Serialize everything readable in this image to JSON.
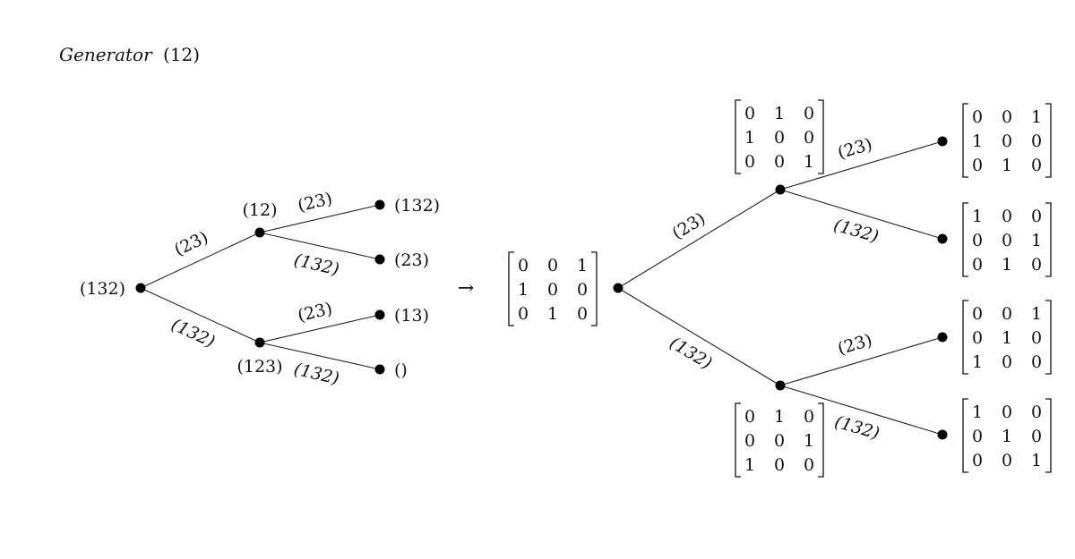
{
  "header": {
    "word": "Generator",
    "value": "(12)"
  },
  "arrow": "→",
  "left_tree": {
    "root": "(132)",
    "mid_upper": "(12)",
    "mid_lower": "(123)",
    "leaves": [
      "(132)",
      "(23)",
      "(13)",
      "()"
    ],
    "edge_labels": {
      "root_upper": "(23)",
      "root_lower": "(132)",
      "upper_top": "(23)",
      "upper_bottom": "(132)",
      "lower_top": "(23)",
      "lower_bottom": "(132)"
    }
  },
  "right_tree": {
    "root_matrix": [
      [
        "0",
        "0",
        "1"
      ],
      [
        "1",
        "0",
        "0"
      ],
      [
        "0",
        "1",
        "0"
      ]
    ],
    "upper_matrix": [
      [
        "0",
        "1",
        "0"
      ],
      [
        "1",
        "0",
        "0"
      ],
      [
        "0",
        "0",
        "1"
      ]
    ],
    "lower_matrix": [
      [
        "0",
        "1",
        "0"
      ],
      [
        "0",
        "0",
        "1"
      ],
      [
        "1",
        "0",
        "0"
      ]
    ],
    "leaf_matrices": [
      [
        [
          "0",
          "0",
          "1"
        ],
        [
          "1",
          "0",
          "0"
        ],
        [
          "0",
          "1",
          "0"
        ]
      ],
      [
        [
          "1",
          "0",
          "0"
        ],
        [
          "0",
          "0",
          "1"
        ],
        [
          "0",
          "1",
          "0"
        ]
      ],
      [
        [
          "0",
          "0",
          "1"
        ],
        [
          "0",
          "1",
          "0"
        ],
        [
          "1",
          "0",
          "0"
        ]
      ],
      [
        [
          "1",
          "0",
          "0"
        ],
        [
          "0",
          "1",
          "0"
        ],
        [
          "0",
          "0",
          "1"
        ]
      ]
    ],
    "edge_labels": {
      "root_upper": "(23)",
      "root_lower": "(132)",
      "upper_top": "(23)",
      "upper_bottom": "(132)",
      "lower_top": "(23)",
      "lower_bottom": "(132)"
    }
  }
}
